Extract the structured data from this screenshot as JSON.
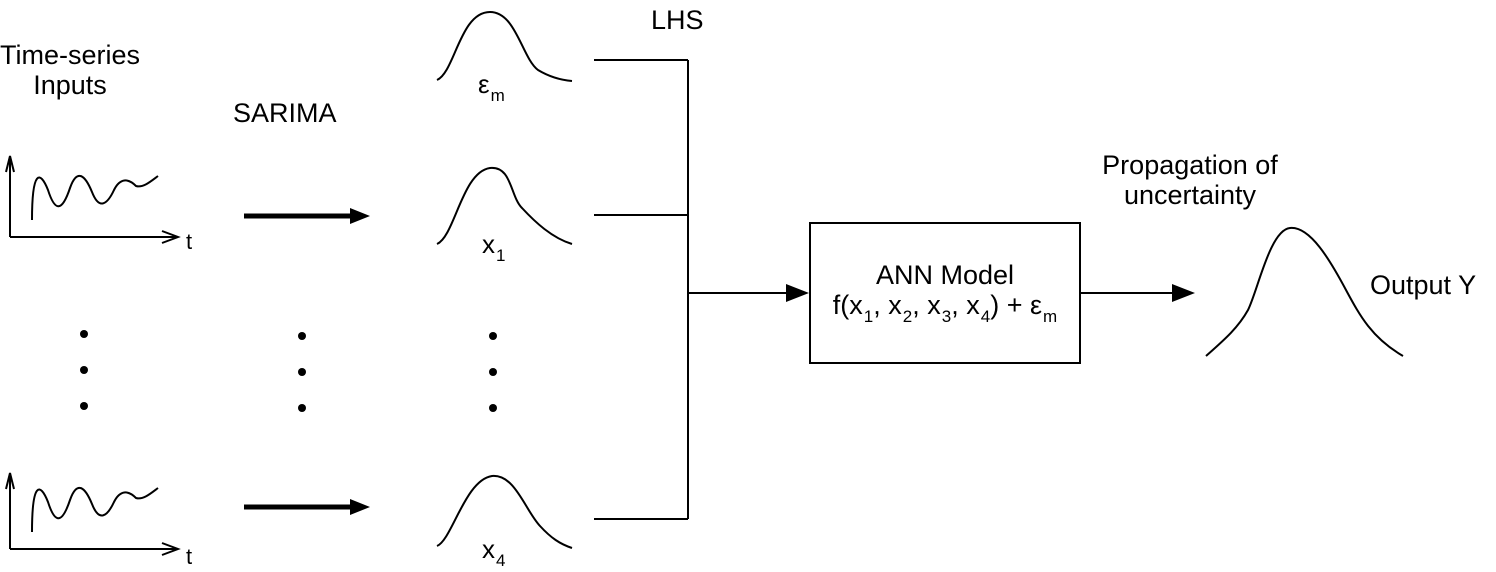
{
  "labels": {
    "inputs_title": "Time-series\nInputs",
    "sarima": "SARIMA",
    "lhs": "LHS",
    "propagation": "Propagation of\nuncertainty",
    "output": "Output Y",
    "time_axis": "t"
  },
  "distributions": {
    "epsilon_m": {
      "base": "ε",
      "sub": "m"
    },
    "x1": {
      "base": "x",
      "sub": "1"
    },
    "x4": {
      "base": "x",
      "sub": "4"
    }
  },
  "model_box": {
    "title": "ANN Model",
    "formula_parts": [
      "f(x",
      "1",
      ", x",
      "2",
      ", x",
      "3",
      ", x",
      "4",
      ") + ε",
      "m"
    ]
  },
  "ellipsis": "⋮"
}
